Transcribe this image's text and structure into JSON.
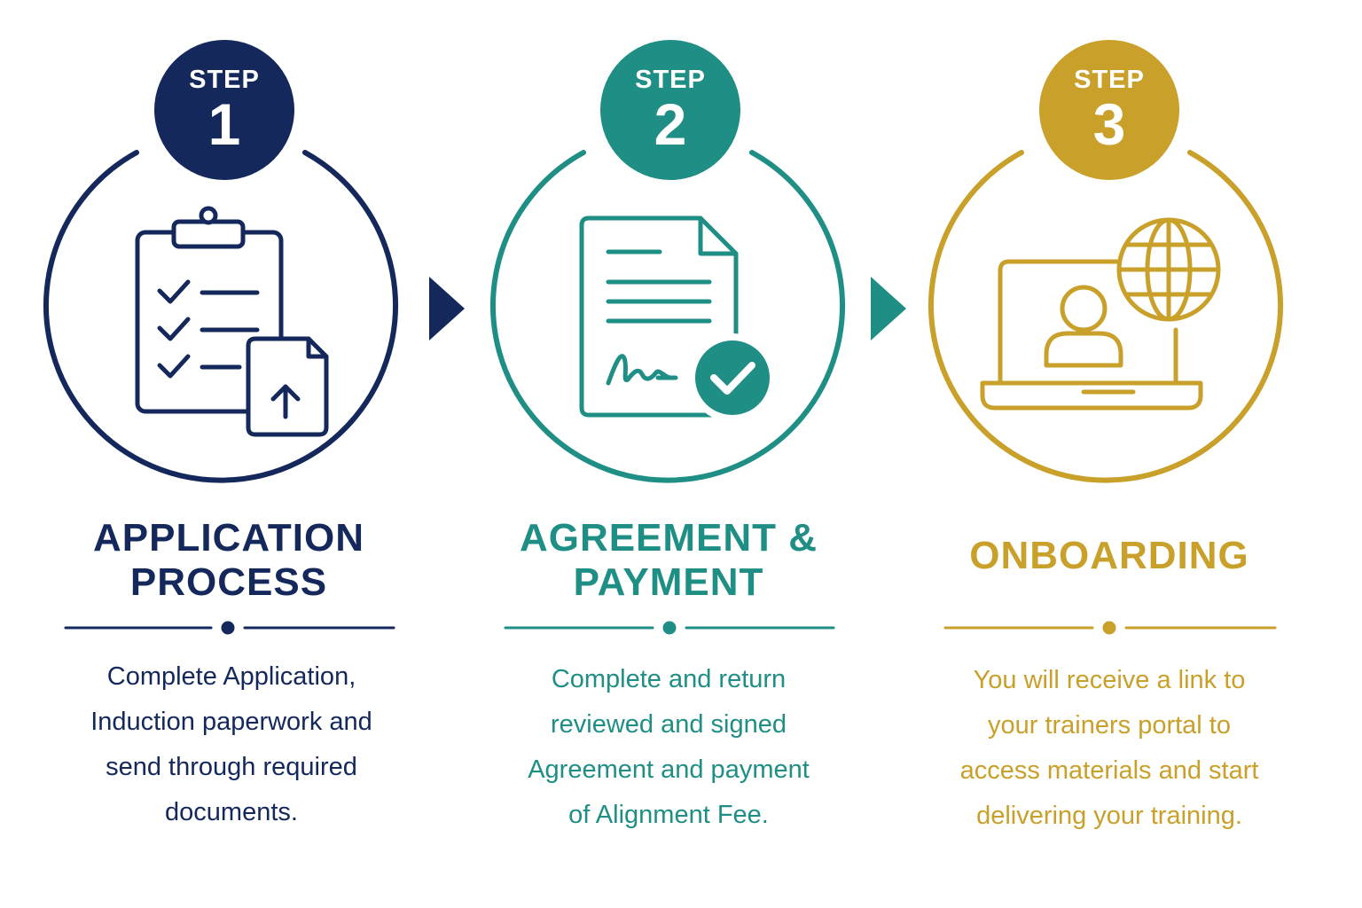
{
  "colors": {
    "step1": "#14285c",
    "step2": "#1f8f86",
    "step3": "#c9a02a"
  },
  "steps": [
    {
      "badge_word": "STEP",
      "badge_number": "1",
      "icon": "clipboard-checklist-upload-icon",
      "title_lines": [
        "APPLICATION",
        "PROCESS"
      ],
      "description_lines": [
        "Complete Application,",
        "Induction paperwork and",
        "send through required",
        "documents."
      ]
    },
    {
      "badge_word": "STEP",
      "badge_number": "2",
      "icon": "signed-document-check-icon",
      "title_lines": [
        "AGREEMENT &",
        "PAYMENT"
      ],
      "description_lines": [
        "Complete and return",
        "reviewed and signed",
        "Agreement and payment",
        "of Alignment Fee."
      ]
    },
    {
      "badge_word": "STEP",
      "badge_number": "3",
      "icon": "laptop-user-globe-icon",
      "title_lines": [
        "ONBOARDING"
      ],
      "description_lines": [
        "You will receive a link to",
        "your trainers portal to",
        "access materials and start",
        "delivering your training."
      ]
    }
  ]
}
